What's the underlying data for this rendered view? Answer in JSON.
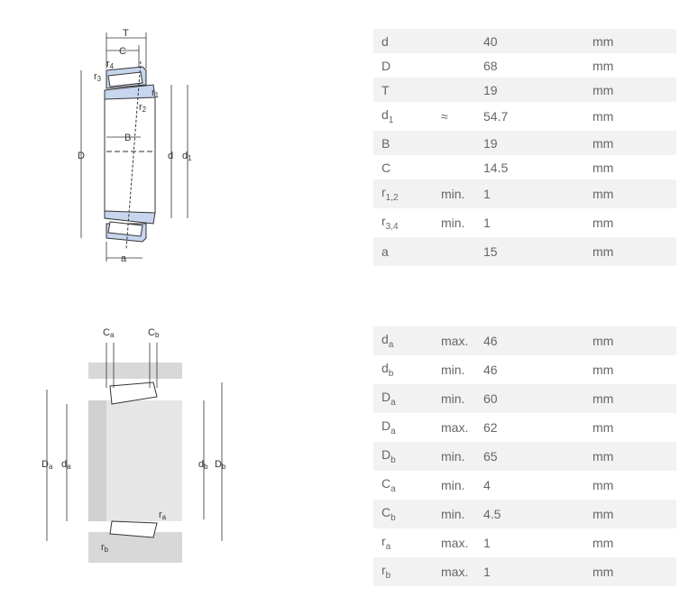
{
  "bearing_drawing": {
    "labels": {
      "T": "T",
      "C": "C",
      "r4": "r",
      "r4_sub": "4",
      "r3": "r",
      "r3_sub": "3",
      "r1": "r",
      "r1_sub": "1",
      "r2": "r",
      "r2_sub": "2",
      "B": "B",
      "D": "D",
      "d": "d",
      "d1": "d",
      "d1_sub": "1",
      "a": "a"
    }
  },
  "abutment_drawing": {
    "labels": {
      "Ca": "C",
      "Ca_sub": "a",
      "Cb": "C",
      "Cb_sub": "b",
      "Da": "D",
      "Da_sub": "a",
      "da": "d",
      "da_sub": "a",
      "db": "d",
      "db_sub": "b",
      "Db": "D",
      "Db_sub": "b",
      "ra": "r",
      "ra_sub": "a",
      "rb": "r",
      "rb_sub": "b"
    }
  },
  "dimensions": [
    {
      "sym": "d",
      "sub": "",
      "qual": "",
      "val": "40",
      "unit": "mm"
    },
    {
      "sym": "D",
      "sub": "",
      "qual": "",
      "val": "68",
      "unit": "mm"
    },
    {
      "sym": "T",
      "sub": "",
      "qual": "",
      "val": "19",
      "unit": "mm"
    },
    {
      "sym": "d",
      "sub": "1",
      "qual": "≈",
      "val": "54.7",
      "unit": "mm"
    },
    {
      "sym": "B",
      "sub": "",
      "qual": "",
      "val": "19",
      "unit": "mm"
    },
    {
      "sym": "C",
      "sub": "",
      "qual": "",
      "val": "14.5",
      "unit": "mm"
    },
    {
      "sym": "r",
      "sub": "1,2",
      "qual": "min.",
      "val": "1",
      "unit": "mm"
    },
    {
      "sym": "r",
      "sub": "3,4",
      "qual": "min.",
      "val": "1",
      "unit": "mm"
    },
    {
      "sym": "a",
      "sub": "",
      "qual": "",
      "val": "15",
      "unit": "mm"
    }
  ],
  "abutment": [
    {
      "sym": "d",
      "sub": "a",
      "qual": "max.",
      "val": "46",
      "unit": "mm"
    },
    {
      "sym": "d",
      "sub": "b",
      "qual": "min.",
      "val": "46",
      "unit": "mm"
    },
    {
      "sym": "D",
      "sub": "a",
      "qual": "min.",
      "val": "60",
      "unit": "mm"
    },
    {
      "sym": "D",
      "sub": "a",
      "qual": "max.",
      "val": "62",
      "unit": "mm"
    },
    {
      "sym": "D",
      "sub": "b",
      "qual": "min.",
      "val": "65",
      "unit": "mm"
    },
    {
      "sym": "C",
      "sub": "a",
      "qual": "min.",
      "val": "4",
      "unit": "mm"
    },
    {
      "sym": "C",
      "sub": "b",
      "qual": "min.",
      "val": "4.5",
      "unit": "mm"
    },
    {
      "sym": "r",
      "sub": "a",
      "qual": "max.",
      "val": "1",
      "unit": "mm"
    },
    {
      "sym": "r",
      "sub": "b",
      "qual": "max.",
      "val": "1",
      "unit": "mm"
    }
  ]
}
